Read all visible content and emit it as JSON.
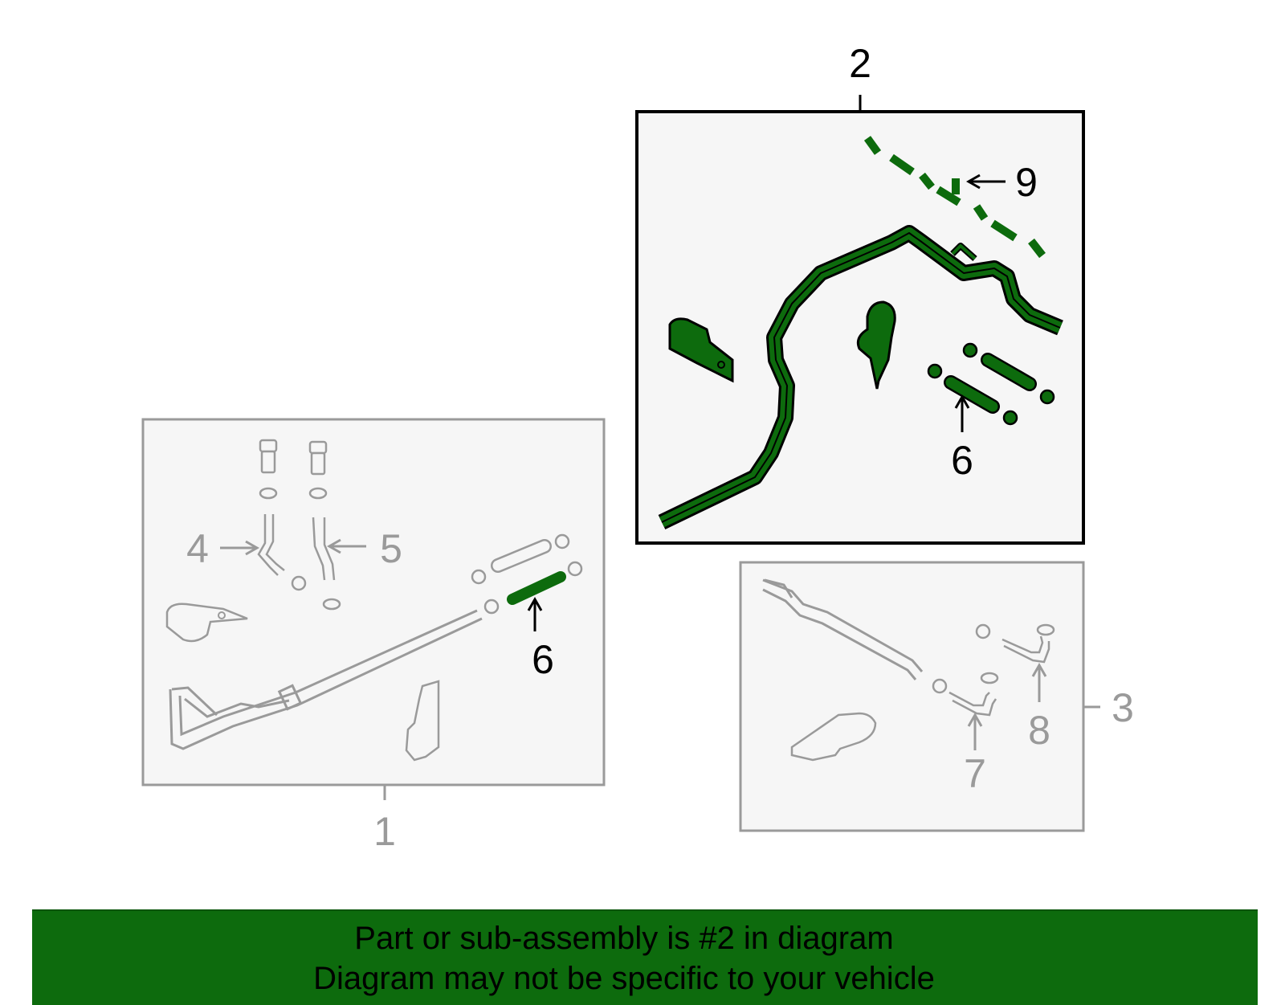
{
  "callouts": {
    "c1": "1",
    "c2": "2",
    "c3": "3",
    "c4": "4",
    "c5": "5",
    "c6_main": "6",
    "c6_left": "6",
    "c7": "7",
    "c8": "8",
    "c9": "9"
  },
  "footer": {
    "line1": "Part or sub-assembly is #2 in diagram",
    "line2": "Diagram may not be specific to your vehicle"
  },
  "colors": {
    "highlight": "#0d6b0d",
    "outline_grey": "#9a9a9a",
    "panel_bg": "#f6f6f6",
    "banner_bg": "#0d6b0d"
  }
}
